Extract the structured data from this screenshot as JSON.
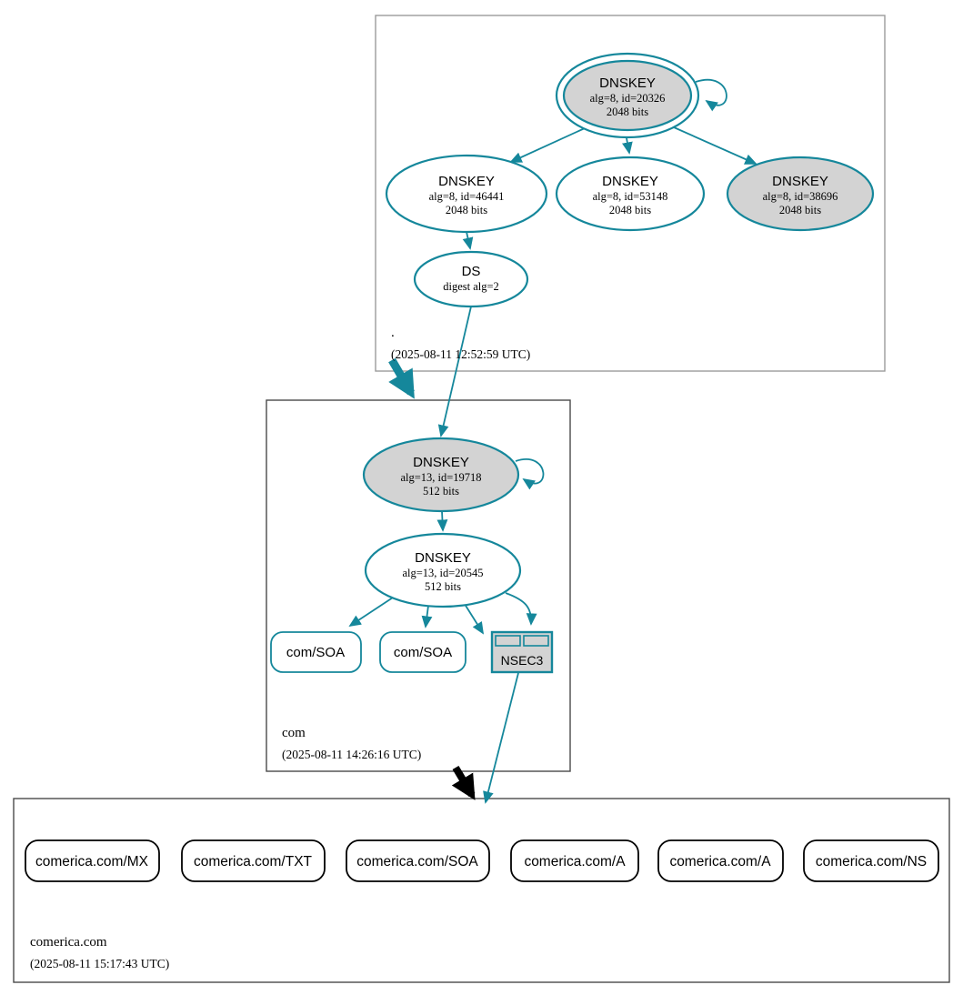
{
  "diagram_type": "dnssec-authentication-chain",
  "colors": {
    "secure_teal": "#15879b",
    "insecure_black": "#000000",
    "node_fill_gray": "#d3d3d3",
    "node_fill_white": "#ffffff",
    "zone_border_root": "#9b9b9b",
    "zone_border_dark": "#4a4a4a"
  },
  "zones": {
    "root": {
      "name": ".",
      "timestamp": "(2025-08-11 12:52:59 UTC)"
    },
    "com": {
      "name": "com",
      "timestamp": "(2025-08-11 14:26:16 UTC)"
    },
    "comerica": {
      "name": "comerica.com",
      "timestamp": "(2025-08-11 15:17:43 UTC)"
    }
  },
  "nodes": {
    "root_ksk": {
      "title": "DNSKEY",
      "detail": "alg=8, id=20326",
      "bits": "2048 bits"
    },
    "root_zsk1": {
      "title": "DNSKEY",
      "detail": "alg=8, id=46441",
      "bits": "2048 bits"
    },
    "root_zsk2": {
      "title": "DNSKEY",
      "detail": "alg=8, id=53148",
      "bits": "2048 bits"
    },
    "root_ksk2": {
      "title": "DNSKEY",
      "detail": "alg=8, id=38696",
      "bits": "2048 bits"
    },
    "root_ds": {
      "title": "DS",
      "detail": "digest alg=2"
    },
    "com_ksk": {
      "title": "DNSKEY",
      "detail": "alg=13, id=19718",
      "bits": "512 bits"
    },
    "com_zsk": {
      "title": "DNSKEY",
      "detail": "alg=13, id=20545",
      "bits": "512 bits"
    },
    "com_soa1": {
      "label": "com/SOA"
    },
    "com_soa2": {
      "label": "com/SOA"
    },
    "com_nsec3": {
      "label": "NSEC3"
    },
    "comerica_mx": {
      "label": "comerica.com/MX"
    },
    "comerica_txt": {
      "label": "comerica.com/TXT"
    },
    "comerica_soa": {
      "label": "comerica.com/SOA"
    },
    "comerica_a1": {
      "label": "comerica.com/A"
    },
    "comerica_a2": {
      "label": "comerica.com/A"
    },
    "comerica_ns": {
      "label": "comerica.com/NS"
    }
  }
}
